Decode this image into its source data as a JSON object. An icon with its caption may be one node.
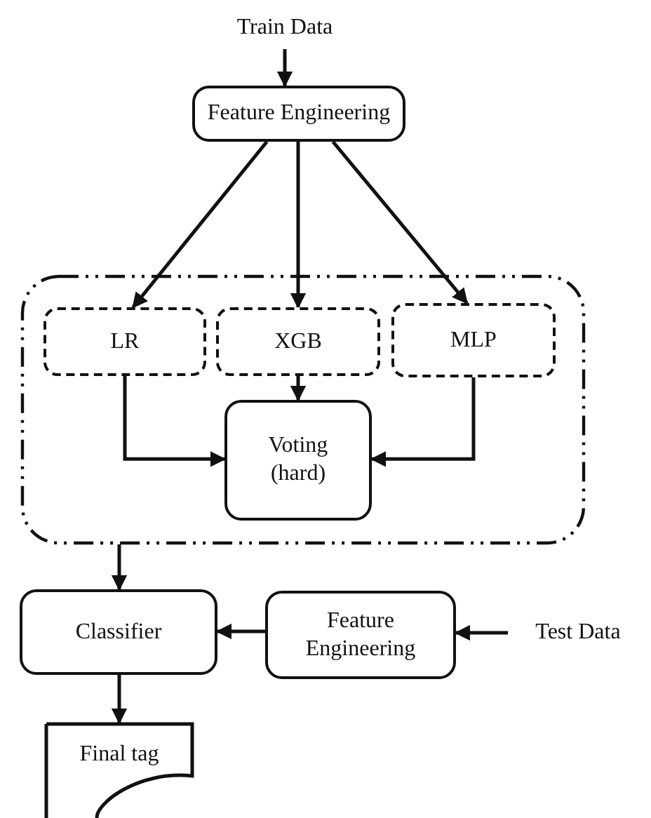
{
  "diagram": {
    "nodes": [
      {
        "text": [
          "Train Data"
        ]
      },
      {
        "text": [
          "Feature Engineering"
        ]
      },
      {
        "text": [],
        "shape": "box"
      },
      {
        "text": [
          "LR"
        ],
        "in": 2
      },
      {
        "text": [
          "XGB"
        ],
        "in": 2
      },
      {
        "text": [
          "MLP"
        ],
        "in": 2
      },
      {
        "text": [
          "Voting (hard)"
        ],
        "in": 2
      },
      {
        "text": [
          "Classifier"
        ]
      },
      {
        "text": [
          "Feature Engineering"
        ]
      },
      {
        "text": [
          "Test Data"
        ]
      },
      {
        "text": [
          "Final tag"
        ]
      }
    ],
    "edges": [
      {
        "from": 0,
        "to": 1,
        "arrow": "to"
      },
      {
        "from": 1,
        "to": 3,
        "arrow": "to"
      },
      {
        "from": 1,
        "to": 4,
        "arrow": "to"
      },
      {
        "from": 1,
        "to": 5,
        "arrow": "to"
      },
      {
        "from": 3,
        "to": 6,
        "arrow": "to"
      },
      {
        "from": 4,
        "to": 6,
        "arrow": "to"
      },
      {
        "from": 5,
        "to": 6,
        "arrow": "to"
      },
      {
        "from": 2,
        "to": 7,
        "arrow": "to"
      },
      {
        "from": 9,
        "to": 8,
        "arrow": "to"
      },
      {
        "from": 8,
        "to": 7,
        "arrow": "to"
      },
      {
        "from": 7,
        "to": 10,
        "arrow": "to"
      }
    ]
  }
}
